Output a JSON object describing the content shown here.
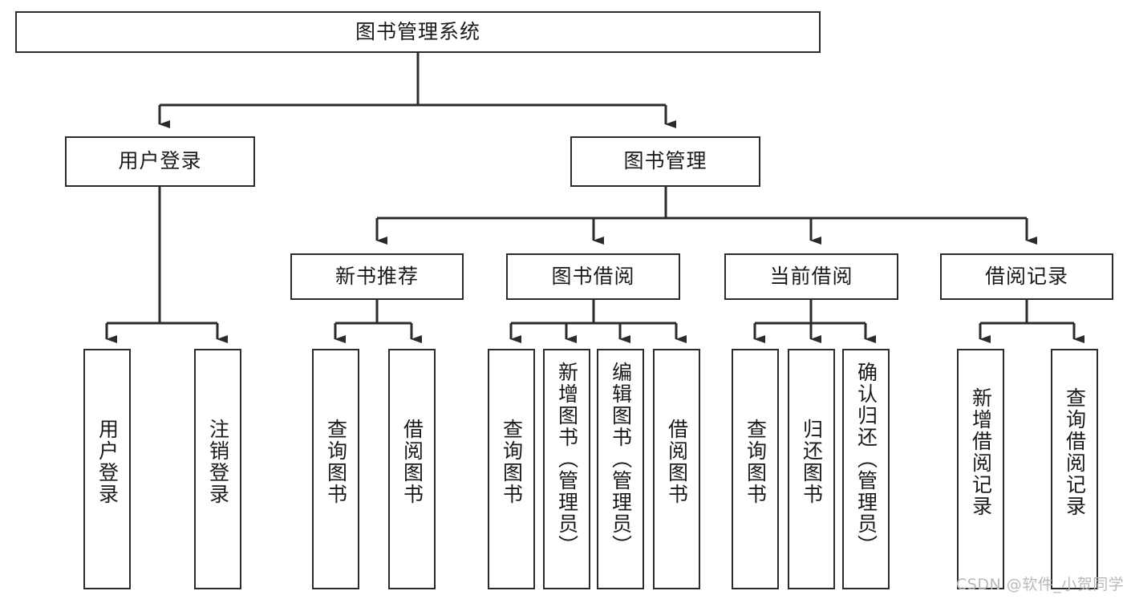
{
  "diagram": {
    "type": "hierarchy-tree",
    "title": "图书管理系统",
    "levels": 4,
    "root": {
      "id": "root",
      "label": "图书管理系统"
    },
    "level2": [
      {
        "id": "user-login",
        "label": "用户登录"
      },
      {
        "id": "book-management",
        "label": "图书管理"
      }
    ],
    "level3": [
      {
        "id": "new-book-recommend",
        "label": "新书推荐",
        "parent": "book-management"
      },
      {
        "id": "book-borrow",
        "label": "图书借阅",
        "parent": "book-management"
      },
      {
        "id": "current-borrow",
        "label": "当前借阅",
        "parent": "book-management"
      },
      {
        "id": "borrow-record",
        "label": "借阅记录",
        "parent": "book-management"
      }
    ],
    "leaves": [
      {
        "id": "leaf-user-login",
        "label": "用户登录",
        "parent": "user-login"
      },
      {
        "id": "leaf-logout-login",
        "label": "注销登录",
        "parent": "user-login"
      },
      {
        "id": "leaf-query-book-1",
        "label": "查询图书",
        "parent": "new-book-recommend"
      },
      {
        "id": "leaf-borrow-book-1",
        "label": "借阅图书",
        "parent": "new-book-recommend"
      },
      {
        "id": "leaf-query-book-2",
        "label": "查询图书",
        "parent": "book-borrow"
      },
      {
        "id": "leaf-add-book",
        "label": "新增图书（管理员）",
        "parent": "book-borrow"
      },
      {
        "id": "leaf-edit-book",
        "label": "编辑图书（管理员）",
        "parent": "book-borrow"
      },
      {
        "id": "leaf-borrow-book-2",
        "label": "借阅图书",
        "parent": "book-borrow"
      },
      {
        "id": "leaf-query-book-3",
        "label": "查询图书",
        "parent": "current-borrow"
      },
      {
        "id": "leaf-return-book",
        "label": "归还图书",
        "parent": "current-borrow"
      },
      {
        "id": "leaf-confirm-return",
        "label": "确认归还（管理员）",
        "parent": "current-borrow"
      },
      {
        "id": "leaf-add-record",
        "label": "新增借阅记录",
        "parent": "borrow-record"
      },
      {
        "id": "leaf-query-record",
        "label": "查询借阅记录",
        "parent": "borrow-record"
      }
    ],
    "colors": {
      "stroke": "#2b2b2b",
      "fill": "#ffffff",
      "text": "#1a1a1a",
      "watermark": "#b9b9b9"
    }
  },
  "watermark": {
    "text": "CSDN @软件_小贺同学"
  }
}
